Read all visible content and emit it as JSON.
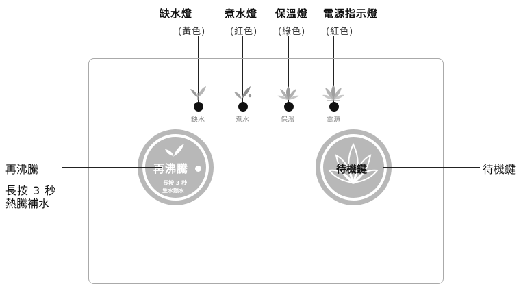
{
  "top_labels": [
    {
      "title": "缺水燈",
      "color": "(黃色)"
    },
    {
      "title": "煮水燈",
      "color": "(紅色)"
    },
    {
      "title": "保溫燈",
      "color": "(綠色)"
    },
    {
      "title": "電源指示燈",
      "color": "(紅色)"
    }
  ],
  "indicators": [
    {
      "label": "缺水",
      "icon": "leaf-sprout-icon"
    },
    {
      "label": "煮水",
      "icon": "leaf-sprout-icon"
    },
    {
      "label": "保溫",
      "icon": "lotus-small-icon"
    },
    {
      "label": "電源",
      "icon": "lotus-icon"
    }
  ],
  "reboil_button": {
    "main_text": "再沸騰",
    "sub_line1": "長按 3 秒",
    "sub_line2": "生水餵水",
    "icon": "leaf-sprout-icon"
  },
  "standby_button": {
    "main_text": "待機鍵",
    "icon": "lotus-icon"
  },
  "left_callout": {
    "title": "再沸騰",
    "line1": "長按 3 秒",
    "line2": "熱騰補水"
  },
  "right_callout": {
    "title": "待機鍵"
  }
}
